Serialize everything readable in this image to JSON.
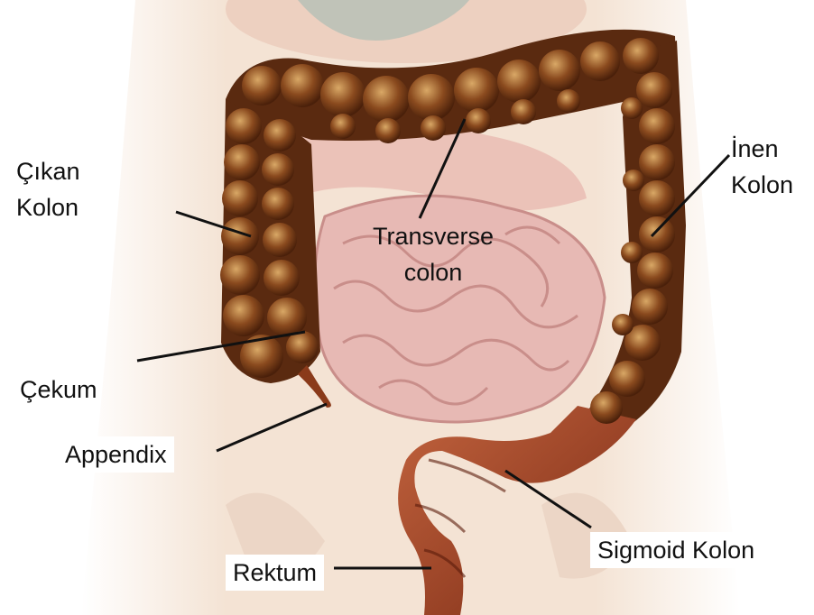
{
  "labels": {
    "ascending": [
      "Çıkan",
      "Kolon"
    ],
    "transverse": [
      "Transverse",
      "colon"
    ],
    "descending": [
      "İnen",
      "Kolon"
    ],
    "cecum": "Çekum",
    "appendix": "Appendix",
    "sigmoid": "Sigmoid Kolon",
    "rectum": "Rektum"
  },
  "colors": {
    "skin": "#f4e3d4",
    "skin_shadow": "#e6c9b6",
    "colon_dark": "#5a2a10",
    "colon": "#8a4a1e",
    "colon_highlight": "#c9924f",
    "sigmoid": "#a8452a",
    "small_intestine": "#e7b9b4",
    "small_intestine_line": "#c98e8a",
    "leader_line": "#111111"
  }
}
